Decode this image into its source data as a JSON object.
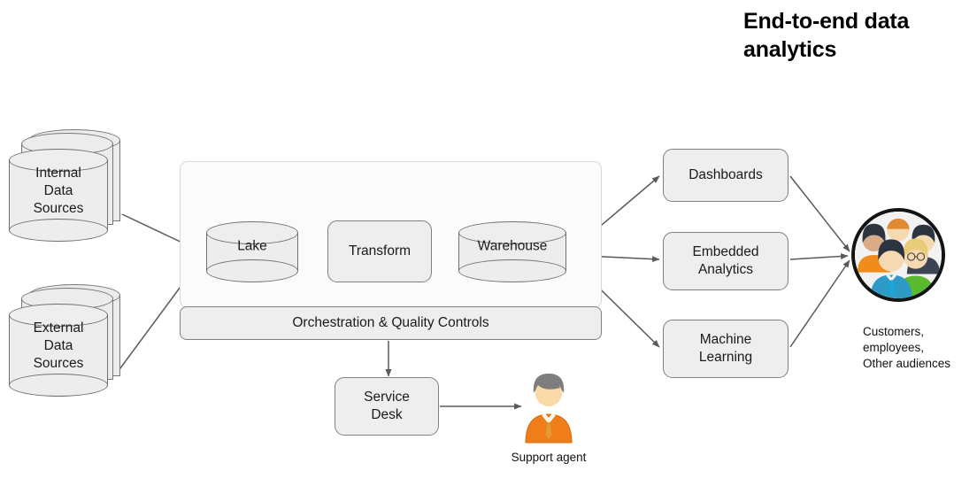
{
  "title": "End-to-end data analytics",
  "sources": [
    {
      "id": "internal-data-sources",
      "lines": [
        "Internal",
        "Data",
        "Sources"
      ]
    },
    {
      "id": "external-data-sources",
      "lines": [
        "External",
        "Data",
        "Sources"
      ]
    }
  ],
  "platform": {
    "lake": "Lake",
    "transform": "Transform",
    "warehouse": "Warehouse",
    "orchestration": "Orchestration & Quality Controls"
  },
  "service_desk": {
    "lines": [
      "Service",
      "Desk"
    ]
  },
  "consumers": [
    {
      "id": "dashboards",
      "lines": [
        "Dashboards"
      ]
    },
    {
      "id": "embedded-analytics",
      "lines": [
        "Embedded",
        "Analytics"
      ]
    },
    {
      "id": "machine-learning",
      "lines": [
        "Machine",
        "Learning"
      ]
    }
  ],
  "audience": {
    "caption_lines": [
      "Customers,",
      "employees,",
      "Other audiences"
    ],
    "icon": "people-group-icon"
  },
  "support": {
    "caption": "Support agent",
    "icon": "support-agent-icon"
  },
  "colors": {
    "node_fill": "#eeeeee",
    "node_stroke": "#808080",
    "panel_fill": "#fbfbfb",
    "panel_stroke": "#d8d8d8",
    "edge": "#5a5a5a",
    "agent_orange": "#ef7d1a",
    "text": "#1a1a1a"
  }
}
